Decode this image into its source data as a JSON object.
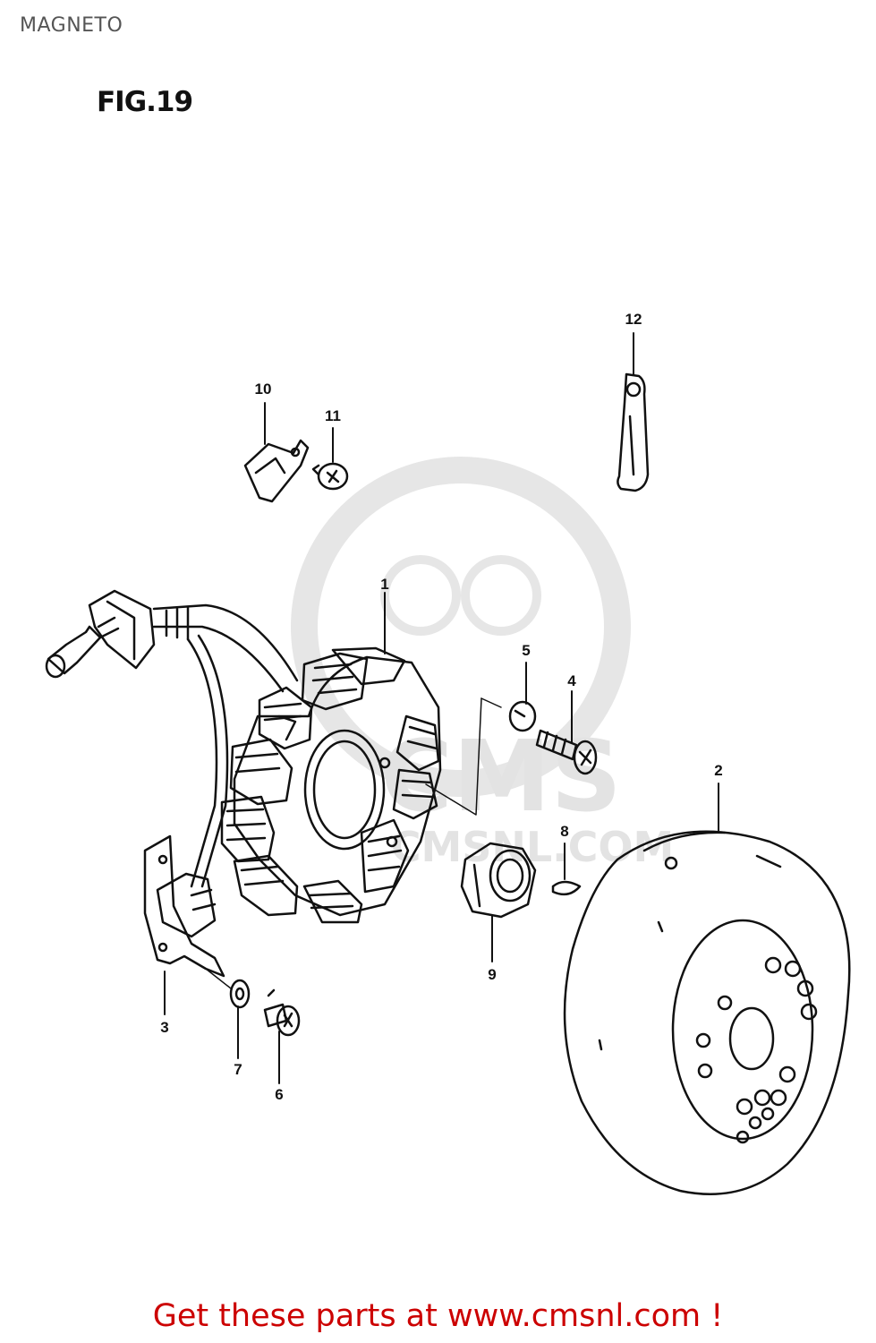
{
  "page_title": "MAGNETO",
  "figure_label": "FIG.19",
  "watermark": {
    "brand": "CMS",
    "url": "CMSNL.COM"
  },
  "callouts": [
    "1",
    "2",
    "3",
    "4",
    "5",
    "6",
    "7",
    "8",
    "9",
    "10",
    "11",
    "12"
  ],
  "footer": {
    "link_text": "Get these parts at www.cmsnl.com !"
  },
  "colors": {
    "ink": "#111111",
    "footer_red": "#cc0000",
    "watermark_gray": "#e3e3e3"
  }
}
